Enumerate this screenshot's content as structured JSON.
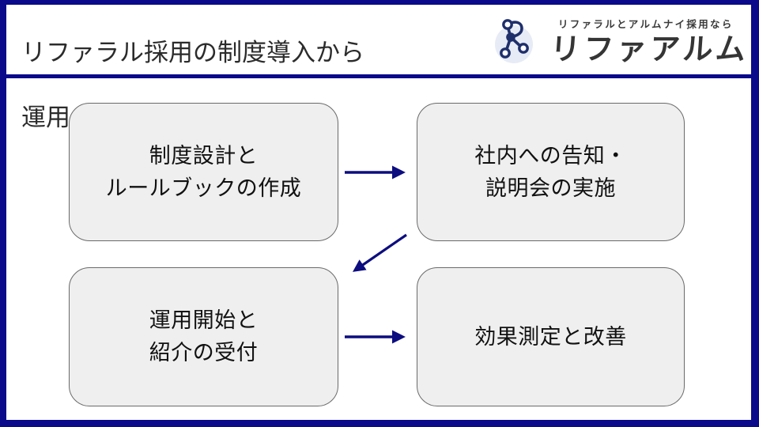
{
  "header": {
    "title_lines": [
      "リファラル採用の制度導入から",
      "運用までの流れ"
    ]
  },
  "logo": {
    "icon": "network-nodes-r-icon",
    "tagline": "リファラルとアルムナイ採用なら",
    "name": "リファアルム",
    "colors": {
      "mark": "#1f2f6b",
      "mark_bg": "#e6ebf5",
      "text": "#353535"
    }
  },
  "flow": {
    "steps": [
      {
        "step": 1,
        "lines": [
          "制度設計と",
          "ルールブックの作成"
        ]
      },
      {
        "step": 2,
        "lines": [
          "社内への告知・",
          "説明会の実施"
        ]
      },
      {
        "step": 3,
        "lines": [
          "運用開始と",
          "紹介の受付"
        ]
      },
      {
        "step": 4,
        "lines": [
          "効果測定と改善"
        ]
      }
    ],
    "connections": [
      {
        "from": 1,
        "to": 2,
        "direction": "right",
        "icon": "arrow-right-icon"
      },
      {
        "from": 2,
        "to": 3,
        "direction": "down-left",
        "icon": "arrow-down-left-icon"
      },
      {
        "from": 3,
        "to": 4,
        "direction": "right",
        "icon": "arrow-right-icon"
      }
    ]
  },
  "colors": {
    "frame": "#0a0a8a",
    "arrow": "#0d0d80",
    "box_fill": "#efefef",
    "box_border": "#6a6a6a",
    "title_text": "#2b2b2b",
    "box_text": "#111111"
  }
}
